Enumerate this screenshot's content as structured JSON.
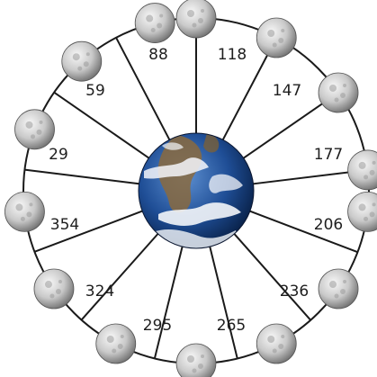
{
  "diagram": {
    "center": {
      "icon": "earth-globe"
    },
    "satellites": [
      {
        "icon": "moon-globe"
      },
      {
        "icon": "moon-globe"
      },
      {
        "icon": "moon-globe"
      },
      {
        "icon": "moon-globe"
      },
      {
        "icon": "moon-globe"
      },
      {
        "icon": "moon-globe"
      },
      {
        "icon": "moon-globe"
      },
      {
        "icon": "moon-globe"
      },
      {
        "icon": "moon-globe"
      },
      {
        "icon": "moon-globe"
      },
      {
        "icon": "moon-globe"
      },
      {
        "icon": "moon-globe"
      },
      {
        "icon": "moon-globe"
      }
    ],
    "labels": [
      "88",
      "118",
      "147",
      "177",
      "206",
      "236",
      "265",
      "295",
      "324",
      "354",
      "29",
      "59"
    ],
    "colors": {
      "line": "#1a1a1a",
      "ocean": "#1f4e96",
      "land": "#8a6a3e",
      "cloud": "#f4f6fa",
      "moon_light": "#ececec",
      "moon_dark": "#7d7d7d"
    }
  }
}
